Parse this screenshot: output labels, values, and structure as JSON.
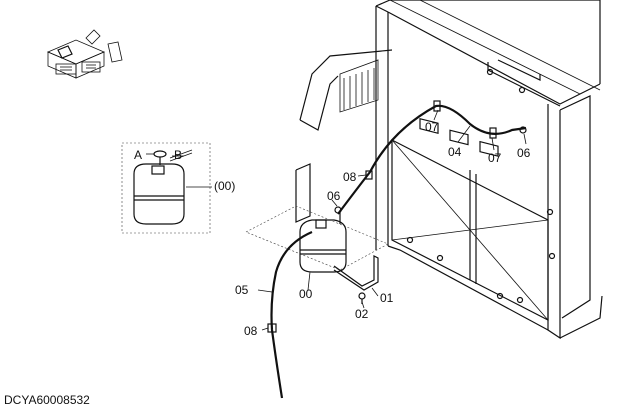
{
  "labels": {
    "A": "A",
    "B": "B",
    "set": "(00)",
    "p00": "00",
    "p01": "01",
    "p02": "02",
    "p04": "04",
    "p05": "05",
    "p06a": "06",
    "p06b": "06",
    "p07a": "07",
    "p07b": "07",
    "p08a": "08",
    "p08b": "08"
  },
  "figure_id": "DCYA60008532"
}
